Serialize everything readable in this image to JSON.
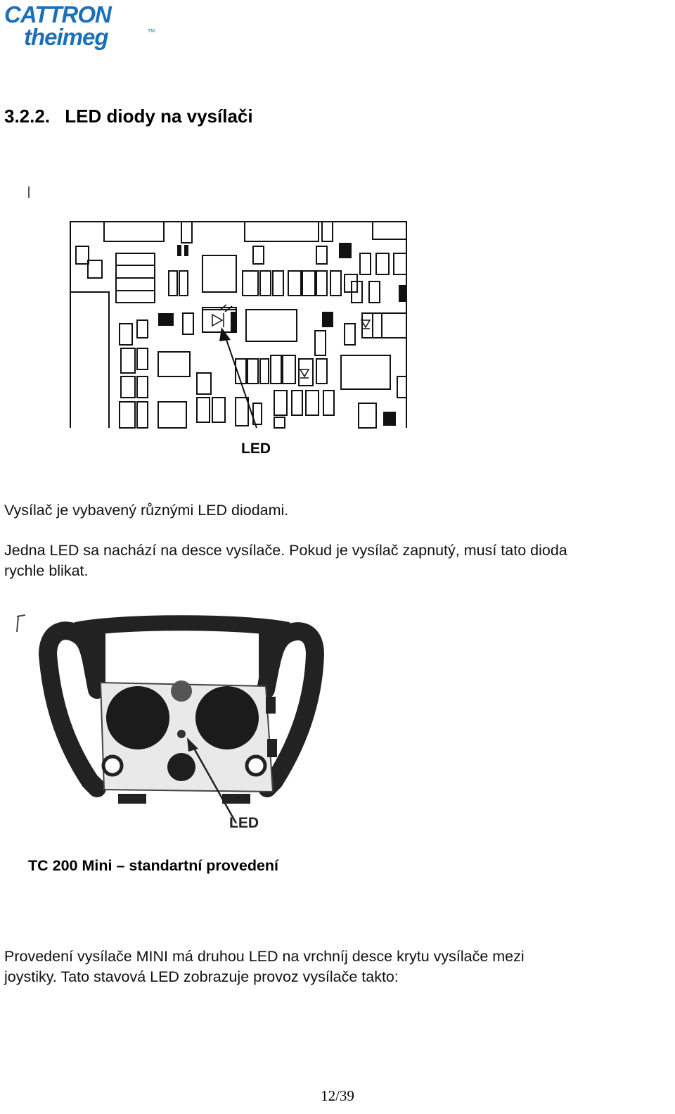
{
  "logo": {
    "line1": "CATTRON",
    "line2": "theimeg",
    "tm": "TM"
  },
  "section": {
    "number": "3.2.2.",
    "title": "LED diody na vysílači"
  },
  "figure1": {
    "caption": "LED"
  },
  "paragraphs": {
    "p1": "Vysílač je vybavený různými LED diodami.",
    "p2a": "Jedna LED sa nachází na desce vysílače.  Pokud je vysílač zapnutý, musí tato dioda",
    "p2b": "rychle blikat.",
    "p3a": "Provedení vysílače MINI  má druhou LED na vrchníj desce krytu vysílače mezi",
    "p3b": "joystiky.  Tato stavová LED  zobrazuje provoz vysílače takto:"
  },
  "figure2": {
    "label": "LED",
    "caption": "TC 200 Mini – standartní provedení"
  },
  "footer": {
    "page": "12/39"
  },
  "colors": {
    "logo_blue": "#1d6fb8"
  }
}
